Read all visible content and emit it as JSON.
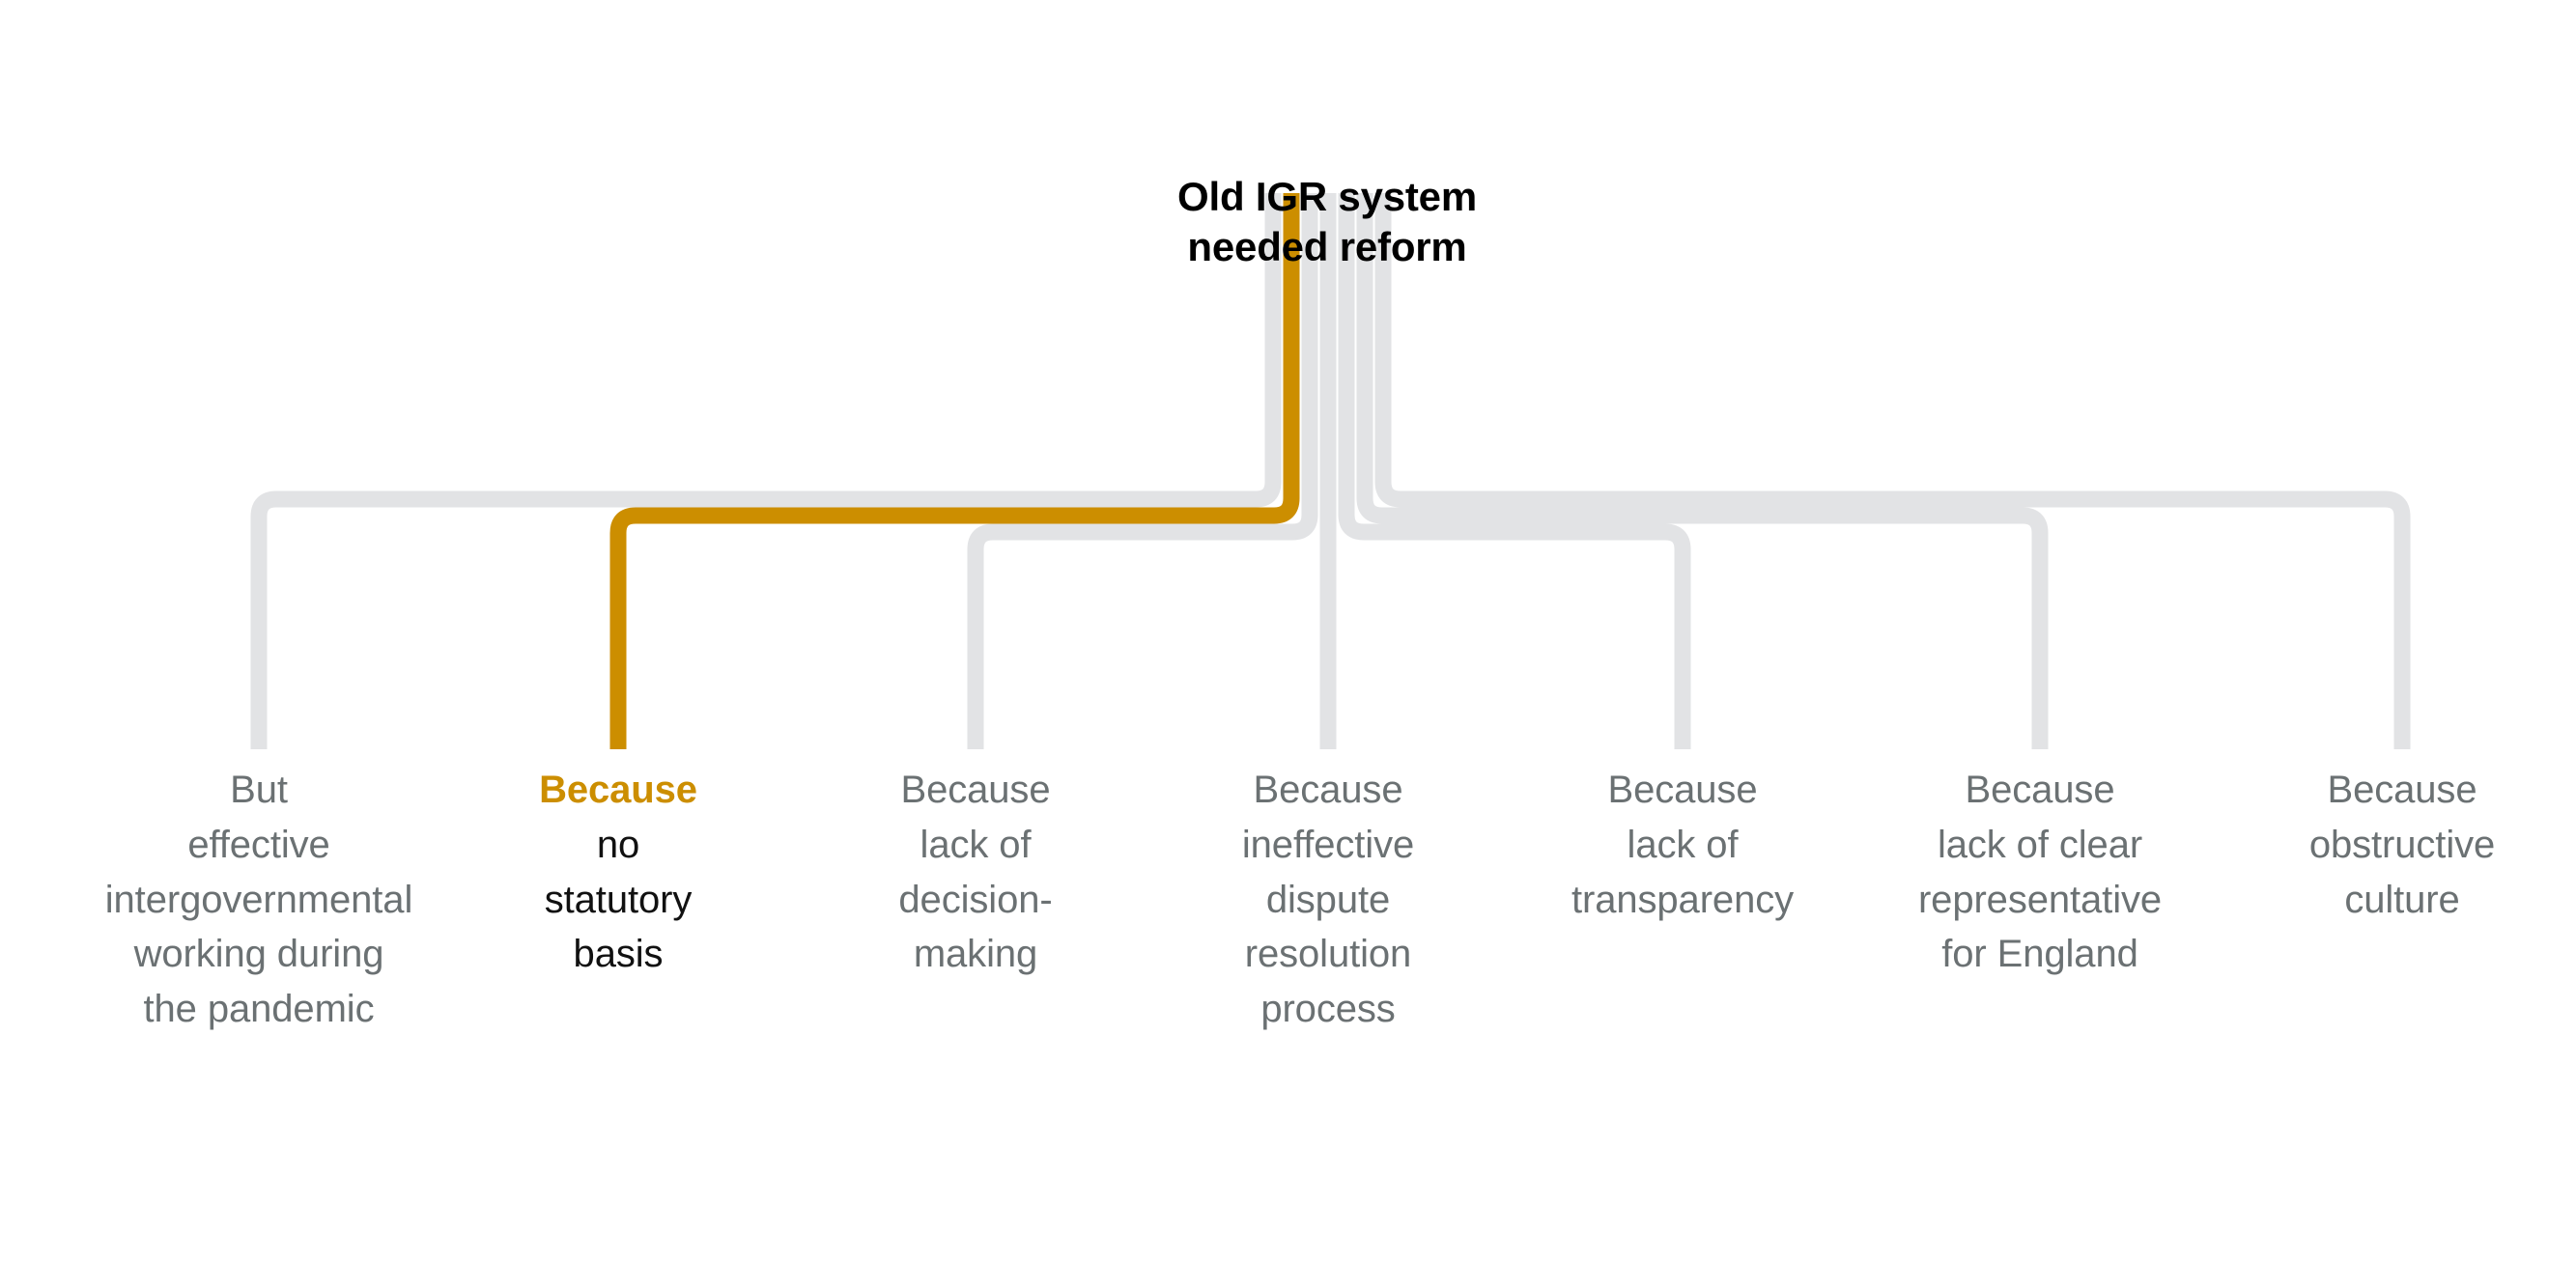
{
  "diagram": {
    "type": "argument-tree",
    "title": "Old IGR system needed reform",
    "background_color": "#ffffff",
    "accent_color": "#cc8e00",
    "muted_line_color": "#e2e3e5",
    "muted_text_color": "#6b7173",
    "root": {
      "lines": [
        "Old IGR system",
        "needed reform"
      ]
    },
    "branches": [
      {
        "id": "effective-working-pandemic",
        "lead": "But",
        "relation": "But",
        "body_lines": [
          "effective",
          "intergovernmental",
          "working during",
          "the pandemic"
        ],
        "highlighted": false
      },
      {
        "id": "no-statutory-basis",
        "lead": "Because",
        "relation": "Because",
        "body_lines": [
          "no",
          "statutory",
          "basis"
        ],
        "highlighted": true
      },
      {
        "id": "lack-of-decision-making",
        "lead": "Because",
        "relation": "Because",
        "body_lines": [
          "lack of",
          "decision-",
          "making"
        ],
        "highlighted": false
      },
      {
        "id": "ineffective-dispute-resolution",
        "lead": "Because",
        "relation": "Because",
        "body_lines": [
          "ineffective",
          "dispute",
          "resolution",
          "process"
        ],
        "highlighted": false
      },
      {
        "id": "lack-of-transparency",
        "lead": "Because",
        "relation": "Because",
        "body_lines": [
          "lack of",
          "transparency"
        ],
        "highlighted": false
      },
      {
        "id": "lack-of-clear-representative-for-england",
        "lead": "Because",
        "relation": "Because",
        "body_lines": [
          "lack of clear",
          "representative",
          "for England"
        ],
        "highlighted": false
      },
      {
        "id": "obstructive-culture",
        "lead": "Because",
        "relation": "Because",
        "body_lines": [
          "obstructive",
          "culture"
        ],
        "highlighted": false
      }
    ]
  }
}
